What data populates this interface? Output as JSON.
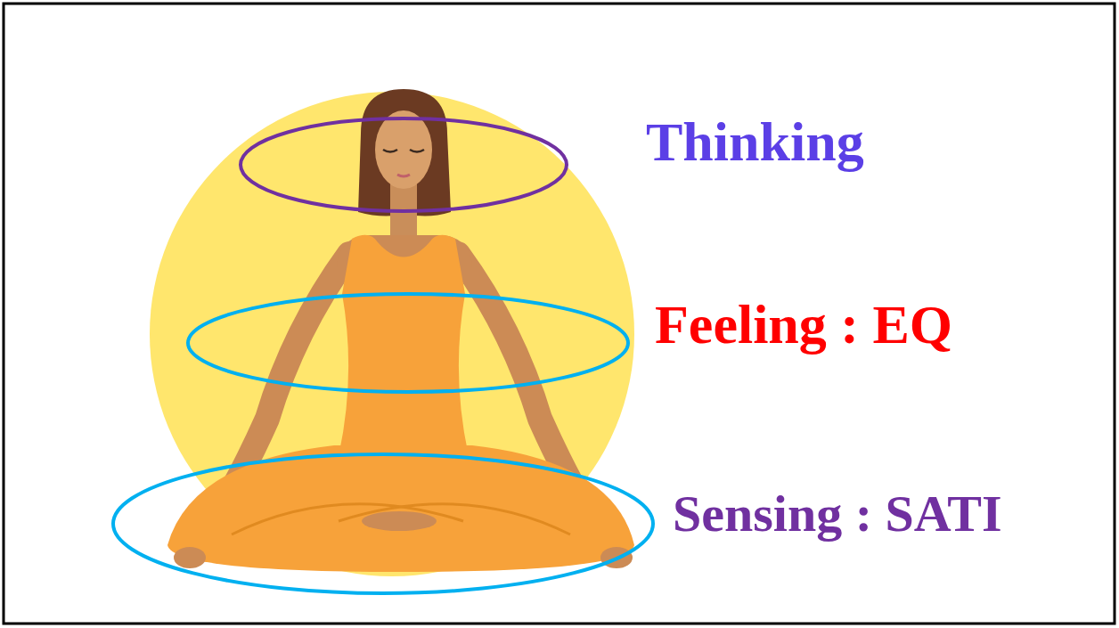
{
  "diagram": {
    "labels": [
      "Thinking",
      "Feeling : EQ",
      "Sensing : SATI"
    ]
  }
}
